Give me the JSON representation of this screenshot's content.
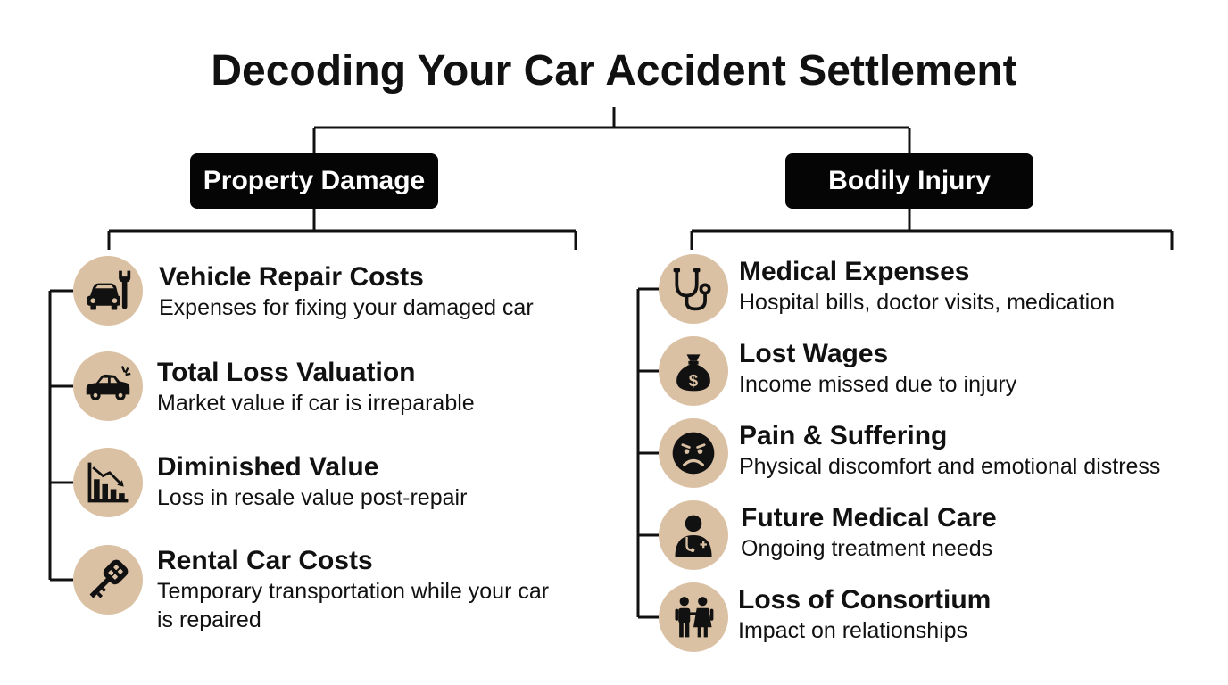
{
  "title": "Decoding Your Car Accident Settlement",
  "categories": [
    {
      "label": "Property Damage",
      "items": [
        {
          "title": "Vehicle Repair Costs",
          "desc": "Expenses for fixing your damaged car",
          "icon": "car-wrench-icon"
        },
        {
          "title": "Total Loss Valuation",
          "desc": "Market value if car is irreparable",
          "icon": "crashed-car-icon"
        },
        {
          "title": "Diminished Value",
          "desc": "Loss in resale value post-repair",
          "icon": "declining-chart-icon"
        },
        {
          "title": "Rental Car Costs",
          "desc": "Temporary transportation while your car is repaired",
          "icon": "car-key-icon"
        }
      ]
    },
    {
      "label": "Bodily Injury",
      "items": [
        {
          "title": "Medical Expenses",
          "desc": "Hospital bills, doctor visits, medication",
          "icon": "stethoscope-icon"
        },
        {
          "title": "Lost Wages",
          "desc": "Income missed due to injury",
          "icon": "money-bag-icon"
        },
        {
          "title": "Pain & Suffering",
          "desc": "Physical discomfort and emotional distress",
          "icon": "sad-face-icon"
        },
        {
          "title": "Future Medical Care",
          "desc": "Ongoing treatment needs",
          "icon": "doctor-icon"
        },
        {
          "title": "Loss of Consortium",
          "desc": "Impact on relationships",
          "icon": "couple-icon"
        }
      ]
    }
  ],
  "colors": {
    "box": "#050505",
    "icon_circle": "#dbc1a4",
    "line": "#111111"
  }
}
